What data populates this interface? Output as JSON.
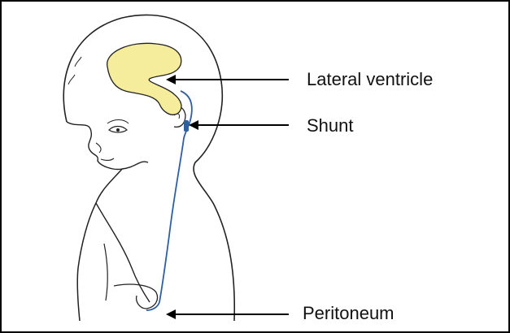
{
  "labels": {
    "lateral_ventricle": "Lateral ventricle",
    "shunt": "Shunt",
    "peritoneum": "Peritoneum"
  },
  "colors": {
    "ventricle_fill": "#f5ec9c",
    "shunt_tube": "#2f5f9e",
    "outline": "#222222",
    "border": "#000000"
  }
}
